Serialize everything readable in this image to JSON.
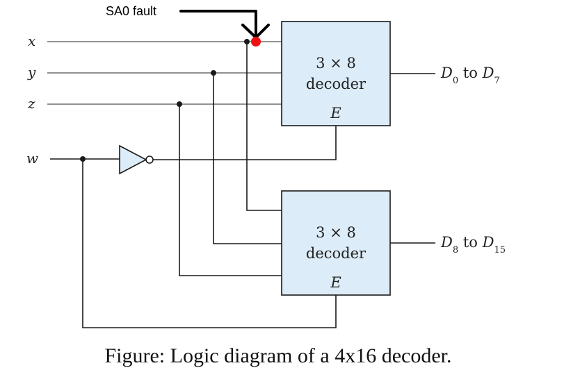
{
  "fault_label": "SA0 fault",
  "inputs": {
    "x": "x",
    "y": "y",
    "z": "z",
    "w": "w"
  },
  "decoder_top": {
    "size": "3 × 8",
    "name": "decoder",
    "enable": "E",
    "output": "D",
    "out_from_sub": "0",
    "to_word": "to",
    "out_to_sub": "7"
  },
  "decoder_bottom": {
    "size": "3 × 8",
    "name": "decoder",
    "enable": "E",
    "output": "D",
    "out_from_sub": "8",
    "to_word": "to",
    "out_to_sub": "15"
  },
  "caption": "Figure: Logic diagram of a 4x16 decoder.",
  "colors": {
    "decoder_fill": "#dcecf8",
    "fault_marker": "#ee1111",
    "wire": "#1a1a1a"
  }
}
